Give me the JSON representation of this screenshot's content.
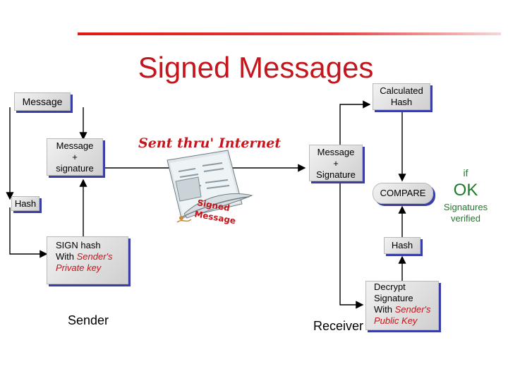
{
  "title": "Signed Messages",
  "sent_label": "Sent thru' Internet",
  "illustration": {
    "line1": "Signed",
    "line2": "Message"
  },
  "sender": {
    "message": "Message",
    "message_sig": {
      "line1": "Message",
      "line2": "+",
      "line3": "signature"
    },
    "hash": "Hash",
    "sign": {
      "line1": "SIGN hash",
      "line2_prefix": "With ",
      "line2_red": "Sender's",
      "line3_red": "Private key"
    },
    "label": "Sender"
  },
  "receiver": {
    "calc_hash": {
      "line1": "Calculated",
      "line2": "Hash"
    },
    "message_sig": {
      "line1": "Message",
      "line2": "+",
      "line3": "Signature"
    },
    "compare": "COMPARE",
    "hash": "Hash",
    "decrypt": {
      "line1": "Decrypt",
      "line2": "Signature",
      "line3_prefix": "With ",
      "line3_red": "Sender's",
      "line4_red": "Public Key"
    },
    "label": "Receiver"
  },
  "result": {
    "if": "if",
    "ok": "OK",
    "line1": "Signatures",
    "line2": "verified"
  }
}
